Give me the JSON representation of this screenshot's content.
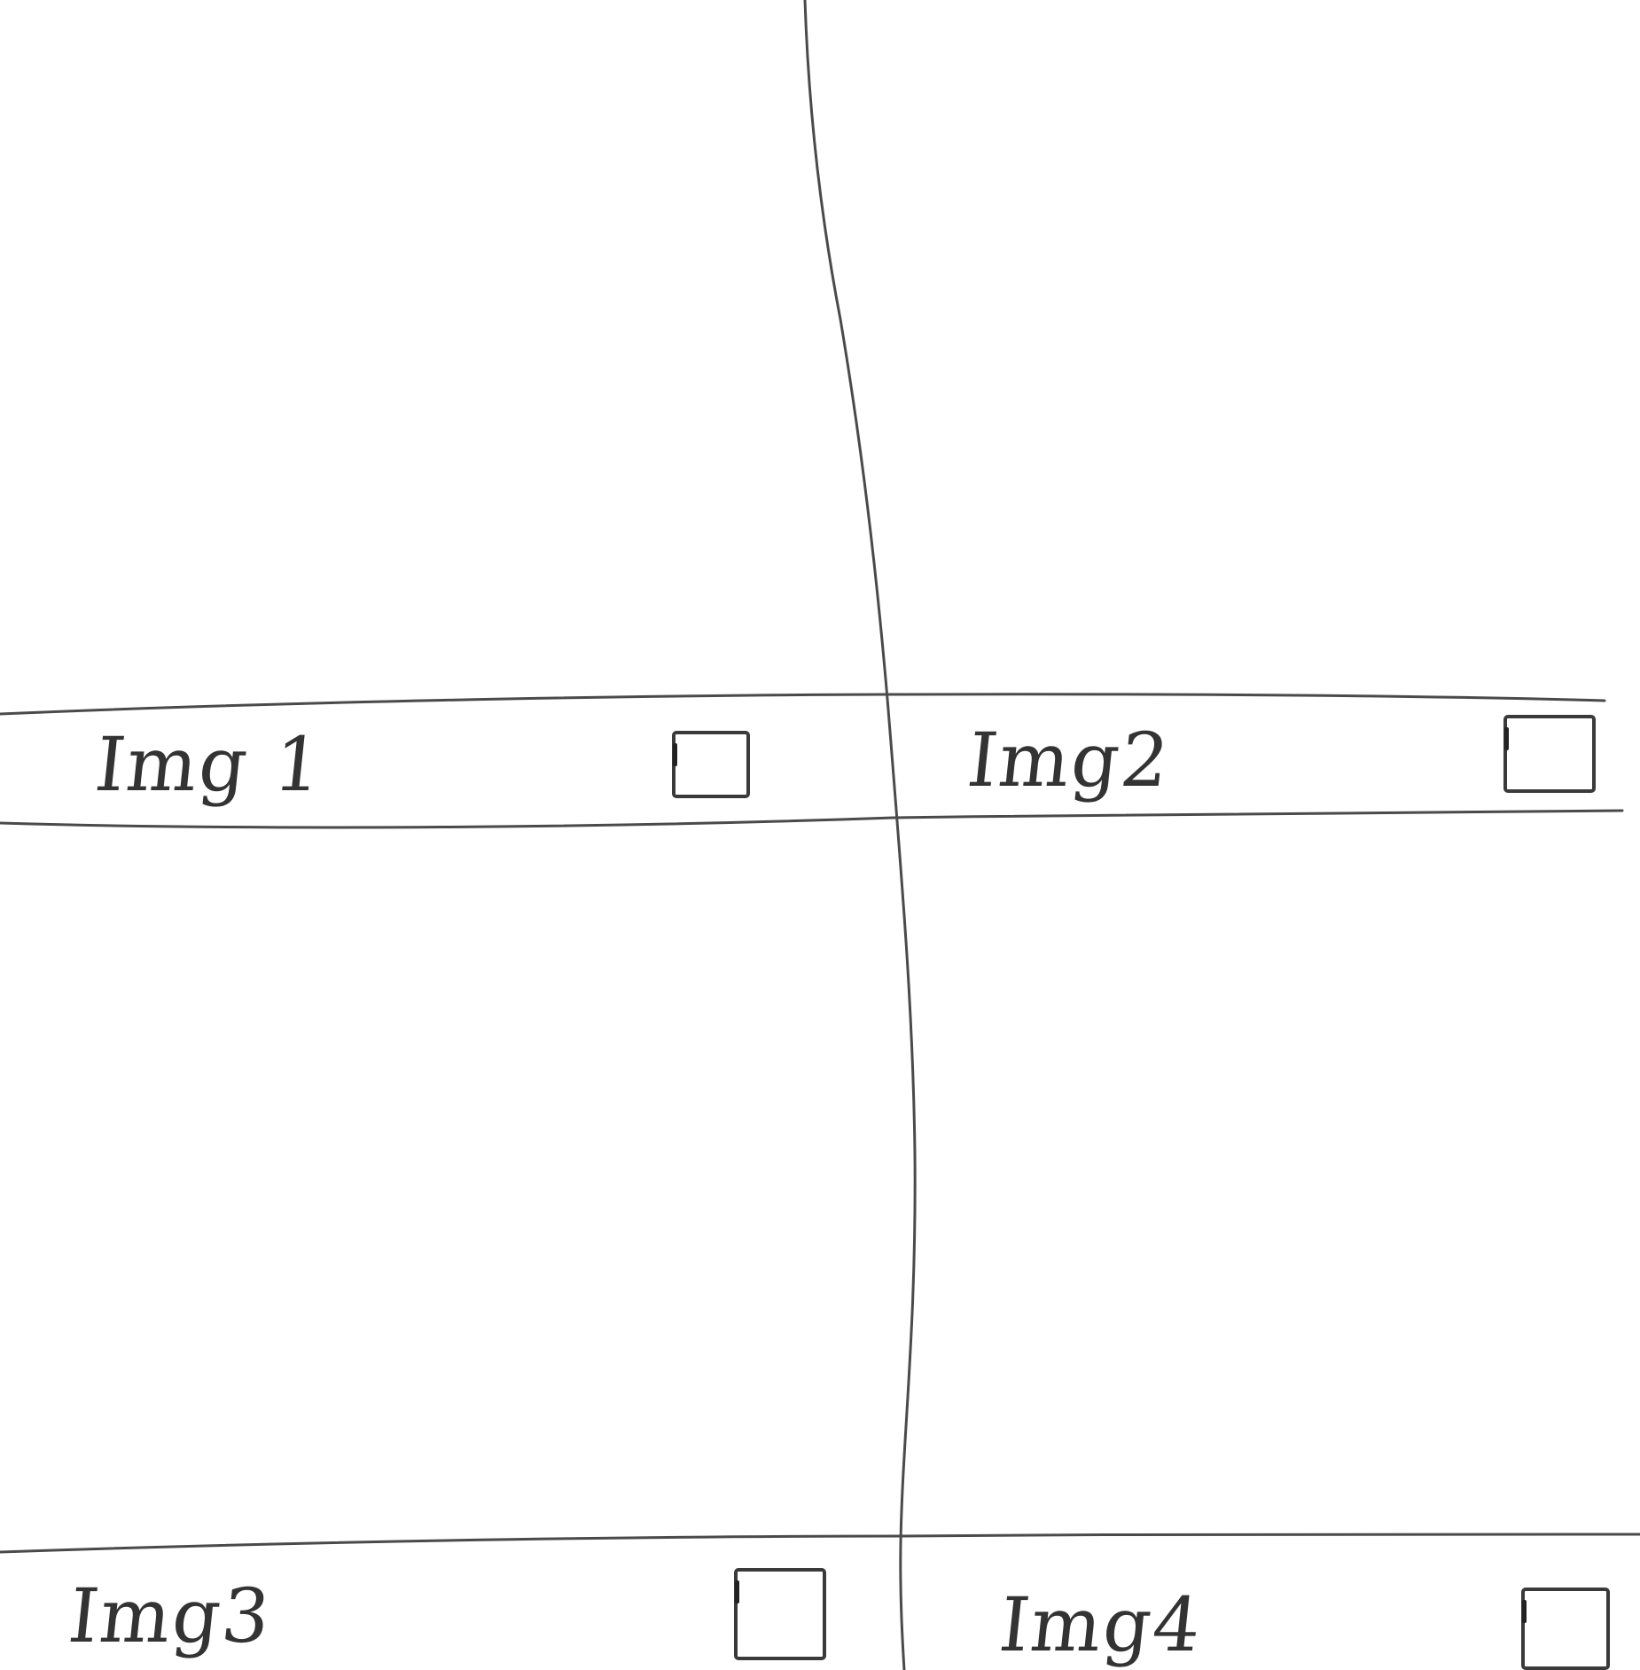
{
  "grid": {
    "tiles": [
      {
        "label": "Img 1",
        "checked": false
      },
      {
        "label": "Img2",
        "checked": false
      },
      {
        "label": "Img3",
        "checked": false
      },
      {
        "label": "Img4",
        "checked": false
      }
    ]
  },
  "colors": {
    "background": "#ffffff",
    "ink": "#4a4a4a"
  }
}
